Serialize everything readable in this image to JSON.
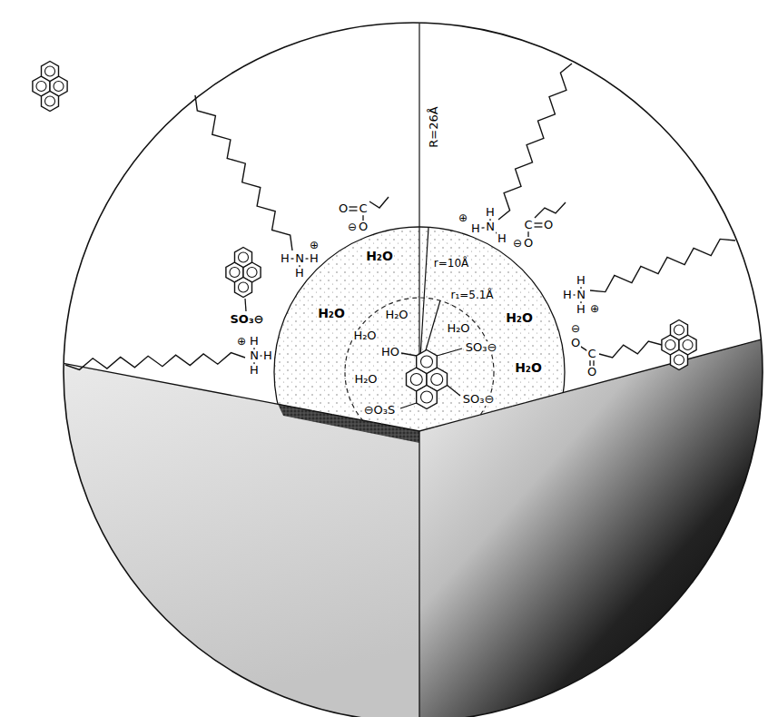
{
  "diagram": {
    "labels": [
      "R=26Å",
      "r=10Å",
      "r₁=5.1Å",
      "H₂O",
      "H₂O",
      "H₂O",
      "H₂O",
      "H₂O",
      "H₂O",
      "H₂O",
      "H₂O",
      "HO",
      "SO₃⊖",
      "SO₃⊖",
      "⊖O₃S",
      "SO₃⊖",
      "H",
      "N",
      "H",
      "H",
      "⊕",
      "H",
      "N",
      "H",
      "H",
      "⊕",
      "H",
      "N",
      "H",
      "H",
      "⊕",
      "H",
      "N",
      "H",
      "H",
      "⊕",
      "O",
      "C",
      "⊖",
      "O",
      "C",
      "O",
      "⊖",
      "O",
      "⊖",
      "O",
      "C",
      "O"
    ]
  }
}
